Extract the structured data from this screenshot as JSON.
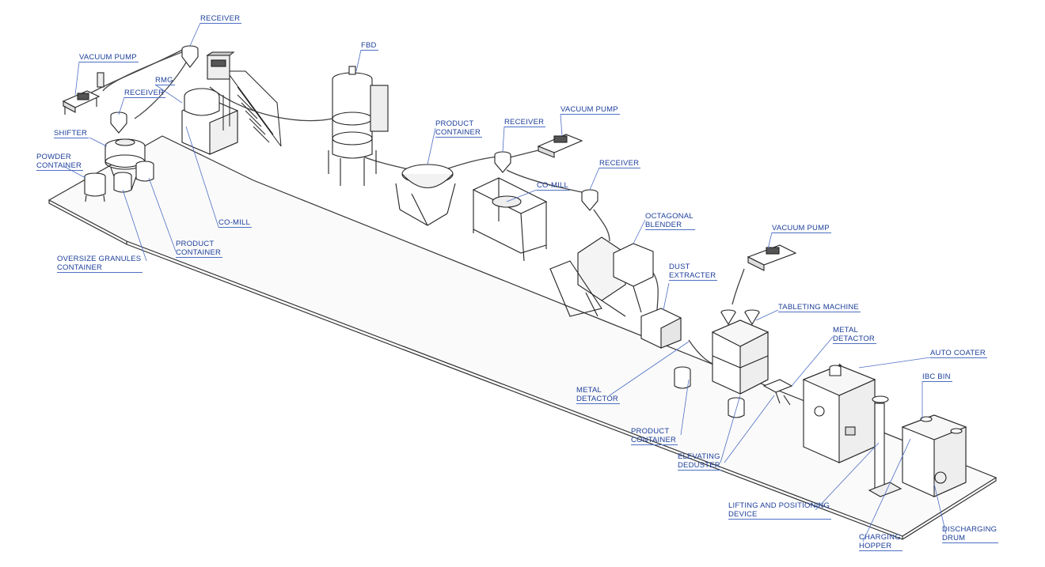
{
  "labels": {
    "receiver_top": "RECEIVER",
    "vacuum_pump_1": "VACUUM PUMP",
    "fbd": "FBD",
    "rmg": "RMG",
    "receiver_rmg": "RECEIVER",
    "shifter": "SHIFTER",
    "powder_container": "POWDER\nCONTAINER",
    "co_mill_1": "CO-MILL",
    "product_container_1": "PRODUCT\nCONTAINER",
    "oversize_granules": "OVERSIZE GRANULES\nCONTAINER",
    "product_container_2": "PRODUCT\nCONTAINER",
    "receiver_2": "RECEIVER",
    "vacuum_pump_2": "VACUUM PUMP",
    "receiver_3": "RECEIVER",
    "co_mill_2": "CO-MILL",
    "octagonal_blender": "OCTAGONAL\nBLENDER",
    "vacuum_pump_3": "VACUUM PUMP",
    "dust_extracter": "DUST\nEXTRACTER",
    "tableting_machine": "TABLETING MACHINE",
    "metal_detector_1": "METAL\nDETACTOR",
    "auto_coater": "AUTO COATER",
    "ibc_bin": "IBC BIN",
    "metal_detector_2": "METAL\nDETACTOR",
    "product_container_3": "PRODUCT\nCONTAINER",
    "elevating_deduster": "ELEVATING\nDEDUSTER",
    "lifting_device": "LIFTING AND POSITIONING\nDEVICE",
    "charging_hopper": "CHARGING\nHOPPER",
    "discharging_drum": "DISCHARGING\nDRUM"
  },
  "colors": {
    "label_text": "#1c3f9a",
    "leader_line": "#4d6fc4",
    "equipment_line": "#222222",
    "floor_line": "#333333"
  }
}
